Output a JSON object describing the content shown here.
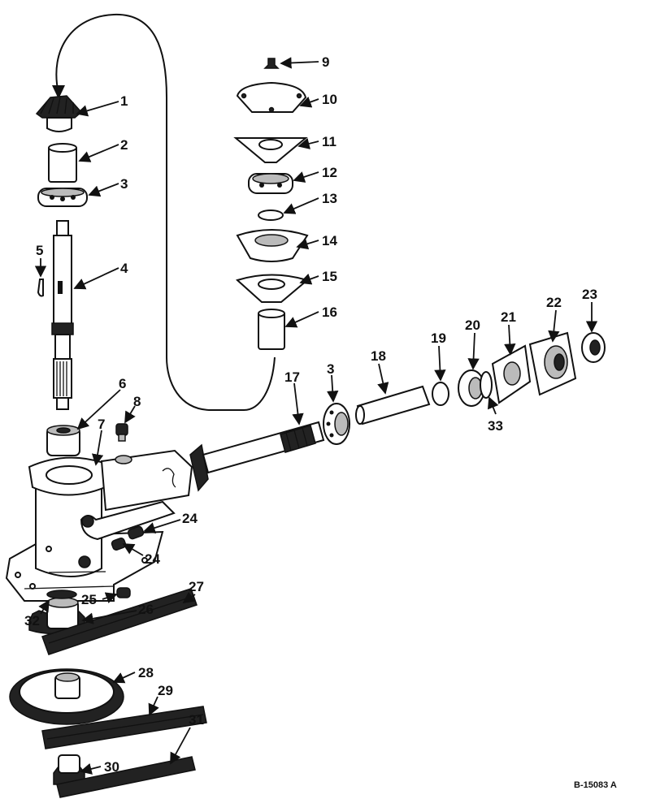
{
  "figure_ref": "B-15083 A",
  "callouts": [
    "1",
    "2",
    "3",
    "4",
    "5",
    "6",
    "7",
    "8",
    "9",
    "10",
    "11",
    "12",
    "13",
    "14",
    "15",
    "16",
    "17",
    "3",
    "18",
    "19",
    "20",
    "21",
    "22",
    "23",
    "33",
    "24",
    "24",
    "25",
    "26",
    "27",
    "32",
    "28",
    "29",
    "30",
    "31"
  ]
}
